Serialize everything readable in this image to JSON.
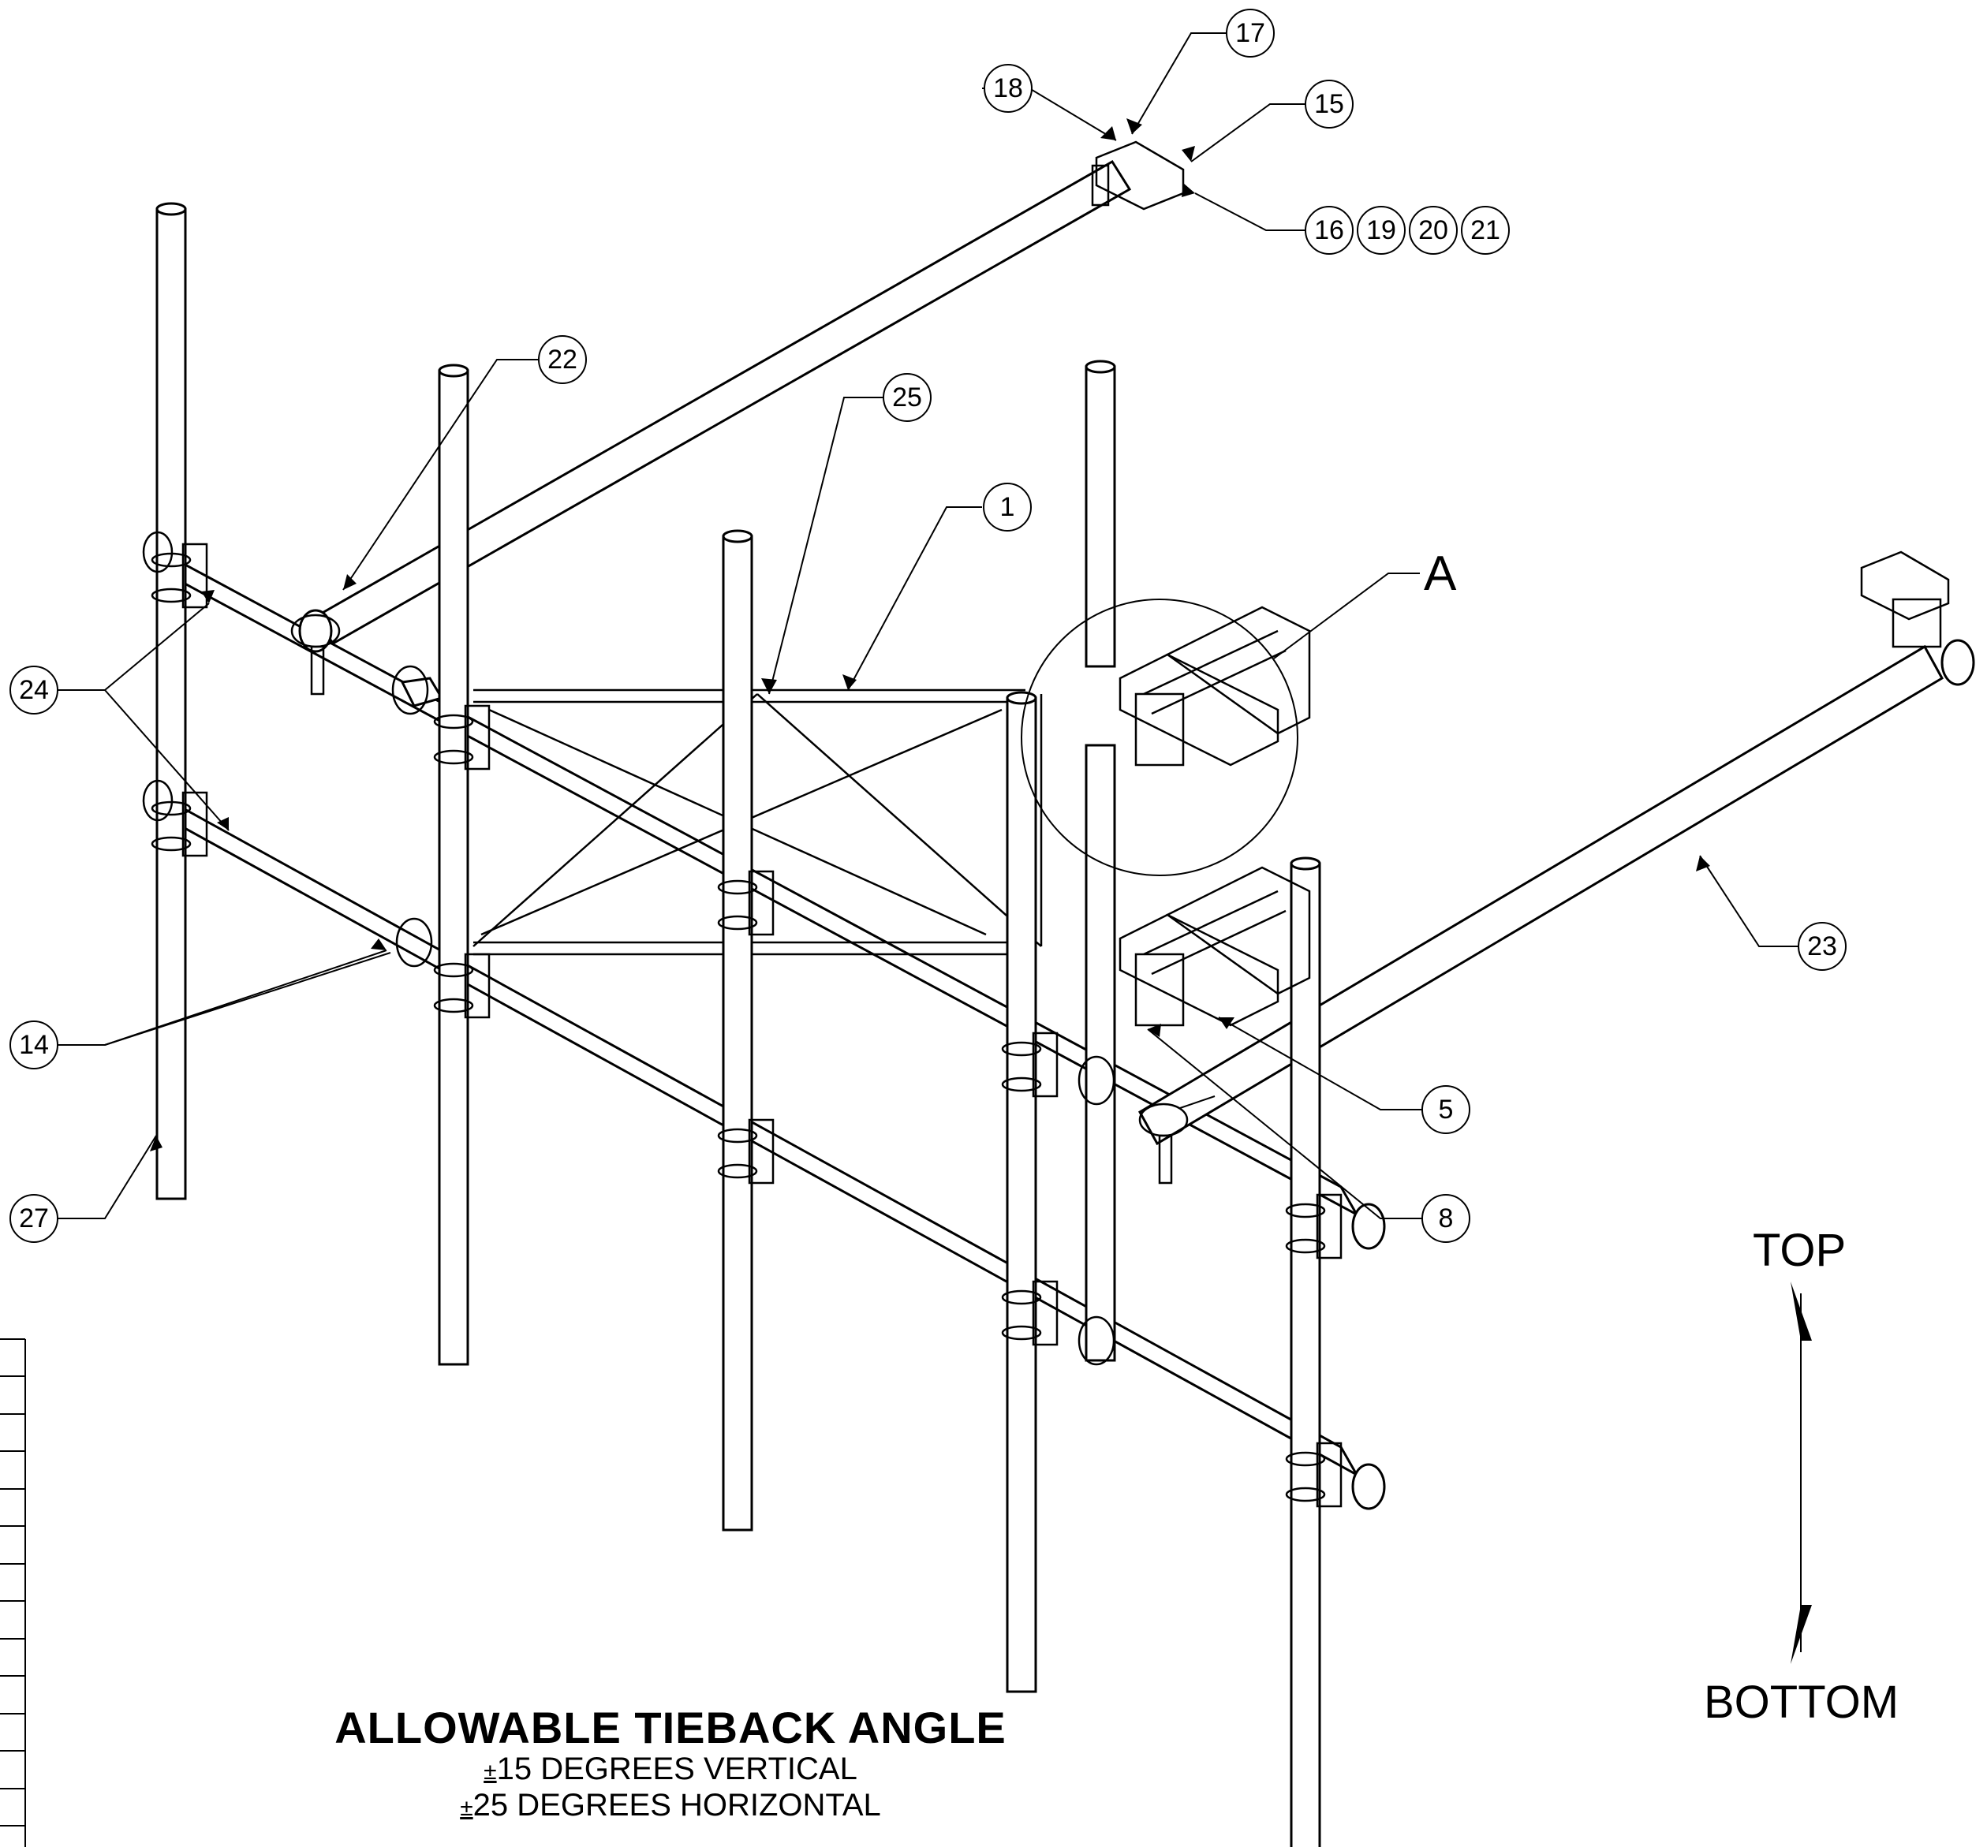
{
  "callouts": [
    {
      "id": "c17",
      "label": "17"
    },
    {
      "id": "c18",
      "label": "18"
    },
    {
      "id": "c15",
      "label": "15"
    },
    {
      "id": "c16",
      "label": "16"
    },
    {
      "id": "c19",
      "label": "19"
    },
    {
      "id": "c20",
      "label": "20"
    },
    {
      "id": "c21",
      "label": "21"
    },
    {
      "id": "c22",
      "label": "22"
    },
    {
      "id": "c25",
      "label": "25"
    },
    {
      "id": "c1",
      "label": "1"
    },
    {
      "id": "c24",
      "label": "24"
    },
    {
      "id": "c23",
      "label": "23"
    },
    {
      "id": "c14",
      "label": "14"
    },
    {
      "id": "c5",
      "label": "5"
    },
    {
      "id": "c8",
      "label": "8"
    },
    {
      "id": "c27",
      "label": "27"
    }
  ],
  "detail_label": "A",
  "direction": {
    "top": "TOP",
    "bottom": "BOTTOM"
  },
  "title": {
    "main": "ALLOWABLE TIEBACK ANGLE",
    "pm_symbol": "±",
    "line2": "15 DEGREES VERTICAL",
    "line3": "25 DEGREES HORIZONTAL"
  }
}
